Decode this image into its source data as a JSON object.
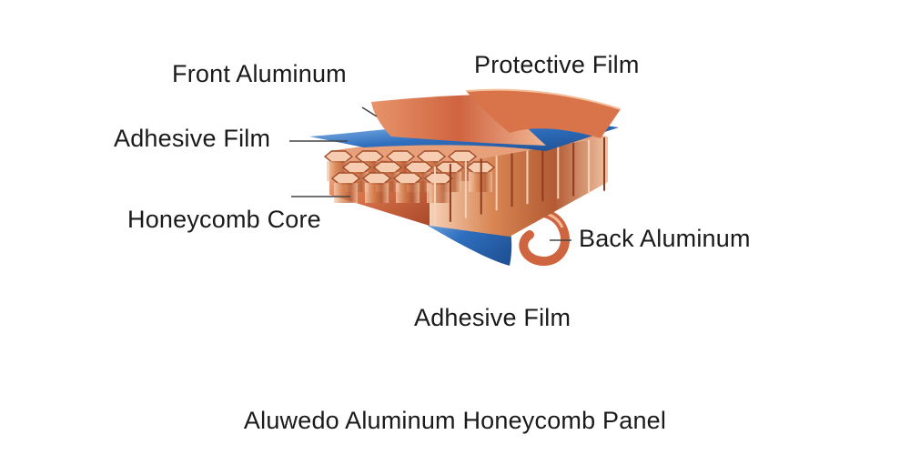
{
  "diagram": {
    "labels": {
      "front_aluminum": "Front Aluminum",
      "protective_film": "Protective Film",
      "adhesive_film_top": "Adhesive Film",
      "honeycomb_core": "Honeycomb Core",
      "back_aluminum": "Back Aluminum",
      "adhesive_film_bottom": "Adhesive Film"
    },
    "caption": "Aluwedo Aluminum Honeycomb Panel"
  },
  "colors": {
    "copper": "#d9744a",
    "copper_light": "#f0b58f",
    "blue_film": "#2f6fbf",
    "blue_light": "#7fb0e6",
    "leader_line": "#444444"
  }
}
